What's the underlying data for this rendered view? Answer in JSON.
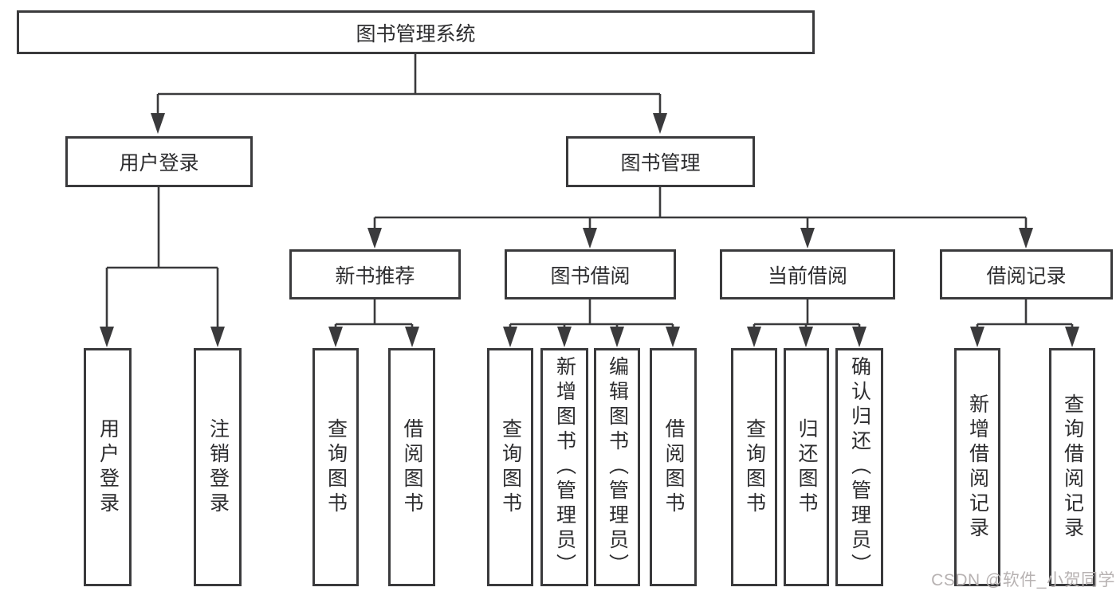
{
  "tree": {
    "label": "图书管理系统",
    "children": [
      {
        "label": "用户登录",
        "children": [
          {
            "label": "用户登录"
          },
          {
            "label": "注销登录"
          }
        ]
      },
      {
        "label": "图书管理",
        "children": [
          {
            "label": "新书推荐",
            "children": [
              {
                "label": "查询图书"
              },
              {
                "label": "借阅图书"
              }
            ]
          },
          {
            "label": "图书借阅",
            "children": [
              {
                "label": "查询图书"
              },
              {
                "label": "新增图书（管理员）"
              },
              {
                "label": "编辑图书（管理员）"
              },
              {
                "label": "借阅图书"
              }
            ]
          },
          {
            "label": "当前借阅",
            "children": [
              {
                "label": "查询图书"
              },
              {
                "label": "归还图书"
              },
              {
                "label": "确认归还（管理员）"
              }
            ]
          },
          {
            "label": "借阅记录",
            "children": [
              {
                "label": "新增借阅记录"
              },
              {
                "label": "查询借阅记录"
              }
            ]
          }
        ]
      }
    ]
  },
  "watermark": {
    "text": "CSDN @软件_小贺同学"
  },
  "colors": {
    "line": "#3a3a3c",
    "text": "#2d2d2f",
    "node_background": "#ffffff",
    "page_background": "#ffffff",
    "watermark": "#b7b2b2"
  }
}
